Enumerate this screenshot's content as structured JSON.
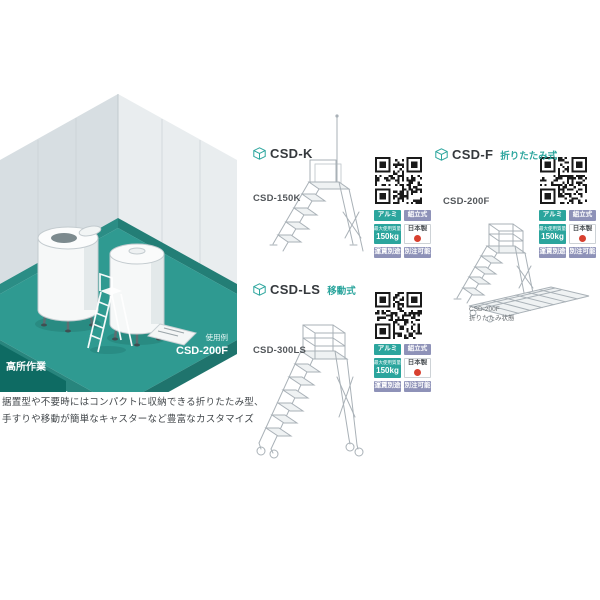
{
  "scene": {
    "corner_label": "高所作業",
    "usage_caption": "使用例",
    "usage_model": "CSD-200F"
  },
  "caption": {
    "line1": "据置型や不要時にはコンパクトに収納できる折りたたみ型、",
    "line2": "手すりや移動が簡単なキャスターなど豊富なカスタマイズ"
  },
  "colors": {
    "accent": "#2ba59d",
    "floor_teal": "#2f9a91",
    "badge_teal": "#2ba59d",
    "badge_purple": "#8e92b8",
    "japan_red": "#d8402f"
  },
  "products": {
    "csdk": {
      "series": "CSD-K",
      "model": "CSD-150K",
      "badges": [
        {
          "label": "アルミ",
          "style": "teal"
        },
        {
          "label": "組立式",
          "style": "purple"
        },
        {
          "label": "最大使用質量",
          "value": "150kg",
          "style": "load"
        },
        {
          "label": "日本製",
          "style": "japan"
        },
        {
          "label": "運賃別途",
          "style": "purple"
        },
        {
          "label": "別注可能",
          "style": "purple"
        }
      ]
    },
    "csdls": {
      "series": "CSD-LS",
      "subtype": "移動式",
      "model": "CSD-300LS",
      "badges": [
        {
          "label": "アルミ",
          "style": "teal"
        },
        {
          "label": "組立式",
          "style": "purple"
        },
        {
          "label": "最大使用質量",
          "value": "150kg",
          "style": "load"
        },
        {
          "label": "日本製",
          "style": "japan"
        },
        {
          "label": "運賃別途",
          "style": "purple"
        },
        {
          "label": "別注可能",
          "style": "purple"
        }
      ]
    },
    "csdf": {
      "series": "CSD-F",
      "subtype": "折りたたみ式",
      "model": "CSD-200F",
      "folded_caption_line1": "CSD-200F",
      "folded_caption_line2": "折りたたみ状態",
      "badges": [
        {
          "label": "アルミ",
          "style": "teal"
        },
        {
          "label": "組立式",
          "style": "purple"
        },
        {
          "label": "最大使用質量",
          "value": "150kg",
          "style": "load"
        },
        {
          "label": "日本製",
          "style": "japan"
        },
        {
          "label": "運賃別途",
          "style": "purple"
        },
        {
          "label": "別注可能",
          "style": "purple"
        }
      ]
    }
  }
}
